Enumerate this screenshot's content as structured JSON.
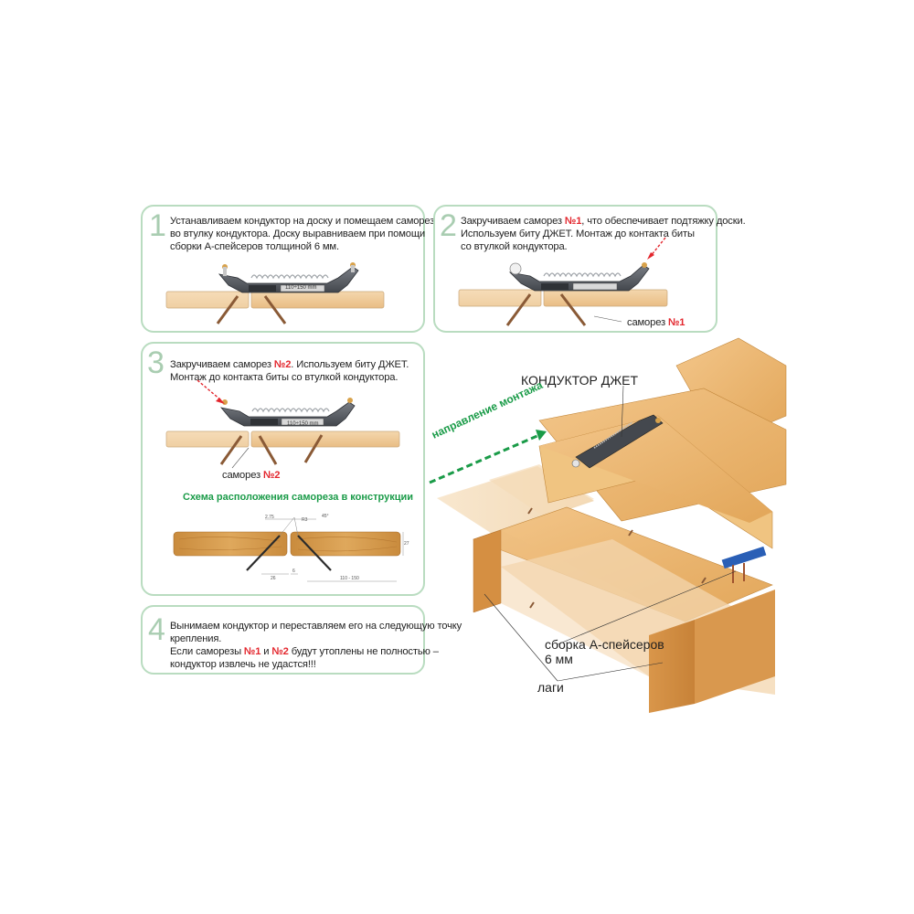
{
  "steps": [
    {
      "number": "1",
      "lines": [
        "Устанавливаем кондуктор на доску и помещаем саморезы",
        "во втулку кондуктора. Доску выравниваем при помощи",
        "сборки А-спейсеров толщиной 6 мм."
      ]
    },
    {
      "number": "2",
      "line1_pre": "Закручиваем саморез ",
      "line1_red": "№1",
      "line1_post": ", что обеспечивает подтяжку доски.",
      "line2": "Используем биту ДЖЕТ. Монтаж до контакта биты",
      "line3": "со втулкой кондуктора.",
      "callout_pre": "саморез ",
      "callout_red": "№1"
    },
    {
      "number": "3",
      "line1_pre": "Закручиваем саморез ",
      "line1_red": "№2",
      "line1_post": ". Используем биту ДЖЕТ.",
      "line2": "Монтаж до контакта биты со втулкой кондуктора.",
      "callout_pre": "саморез ",
      "callout_red": "№2",
      "scheme_title": "Схема расположения самореза в конструкции",
      "dims": {
        "d1": "2.75",
        "d2": "R3",
        "d3": "45°",
        "d4": "27",
        "d5": "26",
        "d6": "6",
        "d7": "110 - 150"
      }
    },
    {
      "number": "4",
      "line1": "Вынимаем кондуктор и переставляем его на следующую точку",
      "line2": "крепления.",
      "line3_pre": "Если саморезы ",
      "line3_red1": "№1",
      "line3_mid": " и ",
      "line3_red2": "№2",
      "line3_post": " будут утоплены не полностью –",
      "line4": "кондуктор извлечь не удастся!!!"
    }
  ],
  "jig_label": "110÷150 mm",
  "illustration": {
    "jig_title": "КОНДУКТОР ДЖЕТ",
    "direction": "направление монтажа",
    "spacers": "сборка А-спейсеров",
    "spacers2": "6 мм",
    "joists": "лаги"
  },
  "colors": {
    "green_border": "#b9dcc0",
    "accent_red": "#e3262d",
    "green_text": "#1a9b48",
    "wood": "#e8b773"
  }
}
